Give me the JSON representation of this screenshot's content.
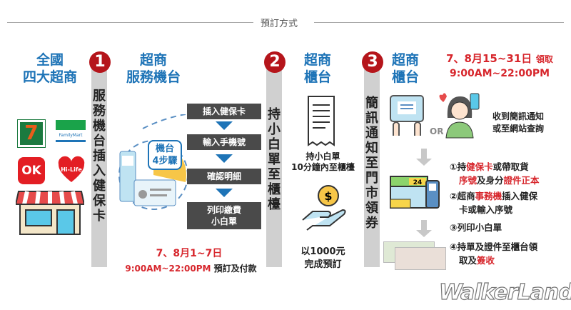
{
  "title": "預訂方式",
  "col0": {
    "heading1": "全國",
    "heading2": "四大超商",
    "logos": [
      "7-ELEVEN",
      "FamilyMart",
      "OK",
      "Hi-Life"
    ]
  },
  "step1": {
    "number": "1",
    "vertical": "服務機台插入健保卡",
    "heading1": "超商",
    "heading2": "服務機台",
    "badge1": "機台",
    "badge2": "4步驟",
    "steps": [
      "插入健保卡",
      "輸入手機號",
      "確認明細",
      "列印繳費",
      "小白單"
    ],
    "date": "7、8月1~7日",
    "time": "9:00AM~22:00PM",
    "action": "預訂及付款"
  },
  "step2": {
    "number": "2",
    "vertical": "持小白單至櫃檯",
    "heading1": "超商",
    "heading2": "櫃台",
    "note1": "持小白單",
    "note2": "10分鐘內至櫃檯",
    "pay1": "以1000元",
    "pay2": "完成預訂"
  },
  "step3": {
    "number": "3",
    "vertical": "簡訊通知至門市領券",
    "heading1": "超商",
    "heading2": "櫃台",
    "date": "7、8月15~31日",
    "date_suffix": "領取",
    "time": "9:00AM~22:00PM",
    "or": "OR",
    "notify1": "收到簡訊通知",
    "notify2": "或至網站查詢",
    "store_sign": "24",
    "items": [
      {
        "parts": [
          [
            "①持",
            ""
          ],
          [
            "健保卡",
            "r"
          ],
          [
            "或帶取貨",
            ""
          ]
        ],
        "line2": [
          [
            "序號",
            "r"
          ],
          [
            "及身分",
            ""
          ],
          [
            "證件正本",
            "r"
          ]
        ]
      },
      {
        "parts": [
          [
            "②超商",
            ""
          ],
          [
            "事務機",
            "r"
          ],
          [
            "插入健保",
            ""
          ]
        ],
        "line2": [
          [
            "卡或輸入序號",
            ""
          ]
        ]
      },
      {
        "parts": [
          [
            "③列印小白單",
            ""
          ]
        ],
        "line2": []
      },
      {
        "parts": [
          [
            "④持單及證件至櫃台領",
            ""
          ]
        ],
        "line2": [
          [
            "取及",
            ""
          ],
          [
            "簽收",
            "r"
          ]
        ]
      }
    ]
  },
  "watermark": "WalkerLand",
  "colors": {
    "blue": "#1e74b7",
    "red": "#d7262c",
    "dark_red": "#b5151b",
    "gray_bar": "#d0d0d0"
  }
}
